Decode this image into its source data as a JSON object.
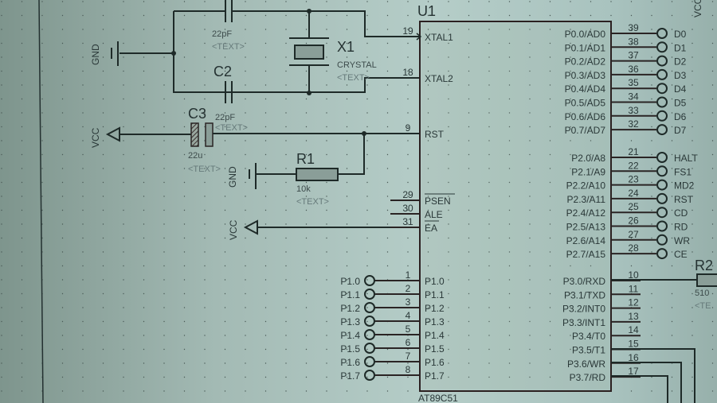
{
  "colors": {
    "wire": "#1e2a28",
    "body_outline": "#5a2828",
    "text": "#2e3a3a",
    "placeholder_text": "#667a7a",
    "component_fill": "#8a9e98"
  },
  "chip": {
    "ref": "U1",
    "part": "AT89C51",
    "left_pins": [
      {
        "num": "19",
        "name": "XTAL1"
      },
      {
        "num": "18",
        "name": "XTAL2"
      },
      {
        "num": "9",
        "name": "RST"
      },
      {
        "num": "29",
        "name": "PSEN"
      },
      {
        "num": "30",
        "name": "ALE"
      },
      {
        "num": "31",
        "name": "EA"
      },
      {
        "num": "1",
        "name": "P1.0"
      },
      {
        "num": "2",
        "name": "P1.1"
      },
      {
        "num": "3",
        "name": "P1.2"
      },
      {
        "num": "4",
        "name": "P1.3"
      },
      {
        "num": "5",
        "name": "P1.4"
      },
      {
        "num": "6",
        "name": "P1.5"
      },
      {
        "num": "7",
        "name": "P1.6"
      },
      {
        "num": "8",
        "name": "P1.7"
      }
    ],
    "right_pins": [
      {
        "num": "39",
        "name": "P0.0/AD0",
        "net": "D0"
      },
      {
        "num": "38",
        "name": "P0.1/AD1",
        "net": "D1"
      },
      {
        "num": "37",
        "name": "P0.2/AD2",
        "net": "D2"
      },
      {
        "num": "36",
        "name": "P0.3/AD3",
        "net": "D3"
      },
      {
        "num": "35",
        "name": "P0.4/AD4",
        "net": "D4"
      },
      {
        "num": "34",
        "name": "P0.5/AD5",
        "net": "D5"
      },
      {
        "num": "33",
        "name": "P0.6/AD6",
        "net": "D6"
      },
      {
        "num": "32",
        "name": "P0.7/AD7",
        "net": "D7"
      },
      {
        "num": "21",
        "name": "P2.0/A8",
        "net": "HALT"
      },
      {
        "num": "22",
        "name": "P2.1/A9",
        "net": "FS1"
      },
      {
        "num": "23",
        "name": "P2.2/A10",
        "net": "MD2"
      },
      {
        "num": "24",
        "name": "P2.3/A11",
        "net": "RST"
      },
      {
        "num": "25",
        "name": "P2.4/A12",
        "net": "CD"
      },
      {
        "num": "26",
        "name": "P2.5/A13",
        "net": "RD"
      },
      {
        "num": "27",
        "name": "P2.6/A14",
        "net": "WR"
      },
      {
        "num": "28",
        "name": "P2.7/A15",
        "net": "CE"
      },
      {
        "num": "10",
        "name": "P3.0/RXD",
        "net": ""
      },
      {
        "num": "11",
        "name": "P3.1/TXD",
        "net": ""
      },
      {
        "num": "12",
        "name": "P3.2/INT0",
        "net": ""
      },
      {
        "num": "13",
        "name": "P3.3/INT1",
        "net": ""
      },
      {
        "num": "14",
        "name": "P3.4/T0",
        "net": ""
      },
      {
        "num": "15",
        "name": "P3.5/T1",
        "net": ""
      },
      {
        "num": "16",
        "name": "P3.6/WR",
        "net": ""
      },
      {
        "num": "17",
        "name": "P3.7/RD",
        "net": ""
      }
    ]
  },
  "p1_terminals": [
    "P1.0",
    "P1.1",
    "P1.2",
    "P1.3",
    "P1.4",
    "P1.5",
    "P1.6",
    "P1.7"
  ],
  "components": {
    "c1": {
      "value": "22pF",
      "text": "<TEXT>"
    },
    "c2": {
      "ref": "C2",
      "value": "22pF",
      "text": "<TEXT>"
    },
    "c3": {
      "ref": "C3",
      "value": "22u",
      "text": "<TEXT>"
    },
    "x1": {
      "ref": "X1",
      "value": "CRYSTAL",
      "text": "<TEXT>"
    },
    "r1": {
      "ref": "R1",
      "value": "10k",
      "text": "<TEXT>"
    },
    "r2": {
      "ref": "R2",
      "value": "510",
      "text": "<TE"
    }
  },
  "power": {
    "gnd_label": "GND",
    "vcc_label": "VCC"
  }
}
